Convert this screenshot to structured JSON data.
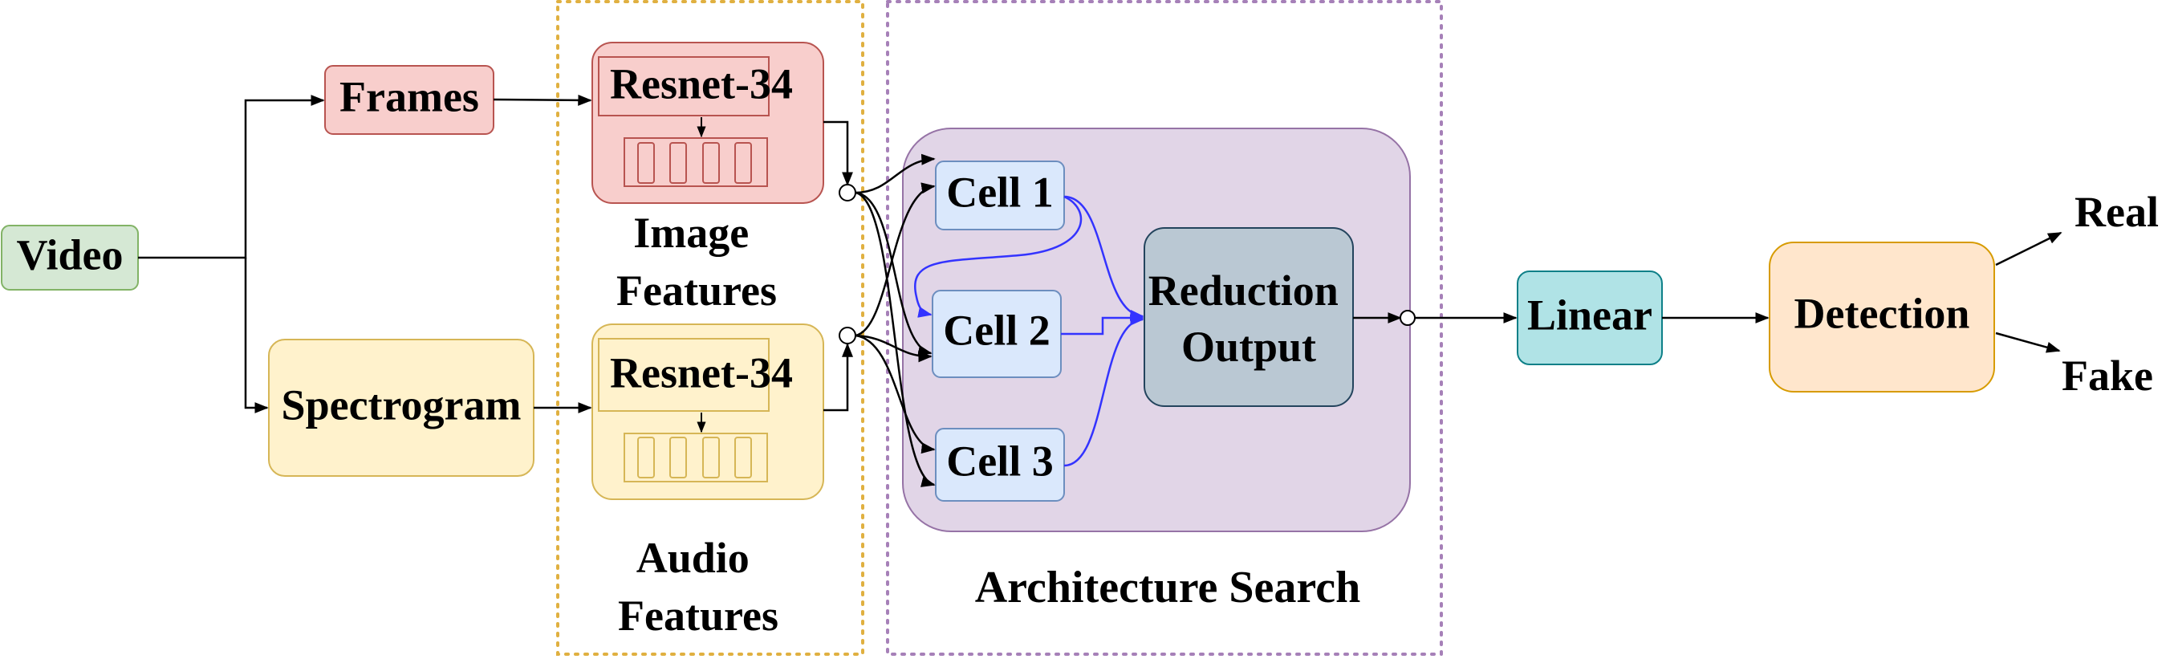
{
  "colors": {
    "green_fill": "#d5e8d4",
    "green_stroke": "#82b366",
    "red_fill": "#f8cecc",
    "red_stroke": "#b85450",
    "yellow_fill": "#fff2cc",
    "yellow_stroke": "#d6b656",
    "purple_fill": "#e1d5e7",
    "purple_stroke": "#9673a6",
    "blue_fill": "#dae8fc",
    "blue_stroke": "#6c8ebf",
    "gray_fill": "#bac8d3",
    "gray_stroke": "#23445d",
    "teal_fill": "#b0e3e6",
    "teal_stroke": "#0e8088",
    "orange_fill": "#ffe6cc",
    "orange_stroke": "#d79b00",
    "dotted_orange": "#e0b040",
    "dotted_purple": "#a680b8",
    "blue_connector": "#3333ff"
  },
  "nodes": {
    "video": "Video",
    "frames": "Frames",
    "spectrogram": "Spectrogram",
    "resnet_image": "Resnet-34",
    "resnet_audio": "Resnet-34",
    "image_features": [
      "Image",
      "Features"
    ],
    "audio_features": [
      "Audio",
      "Features"
    ],
    "cell1": "Cell 1",
    "cell2": "Cell 2",
    "cell3": "Cell 3",
    "reduction": [
      "Reduction",
      "Output"
    ],
    "architecture_search": "Architecture Search",
    "linear": "Linear",
    "detection": "Detection",
    "real": "Real",
    "fake": "Fake"
  }
}
